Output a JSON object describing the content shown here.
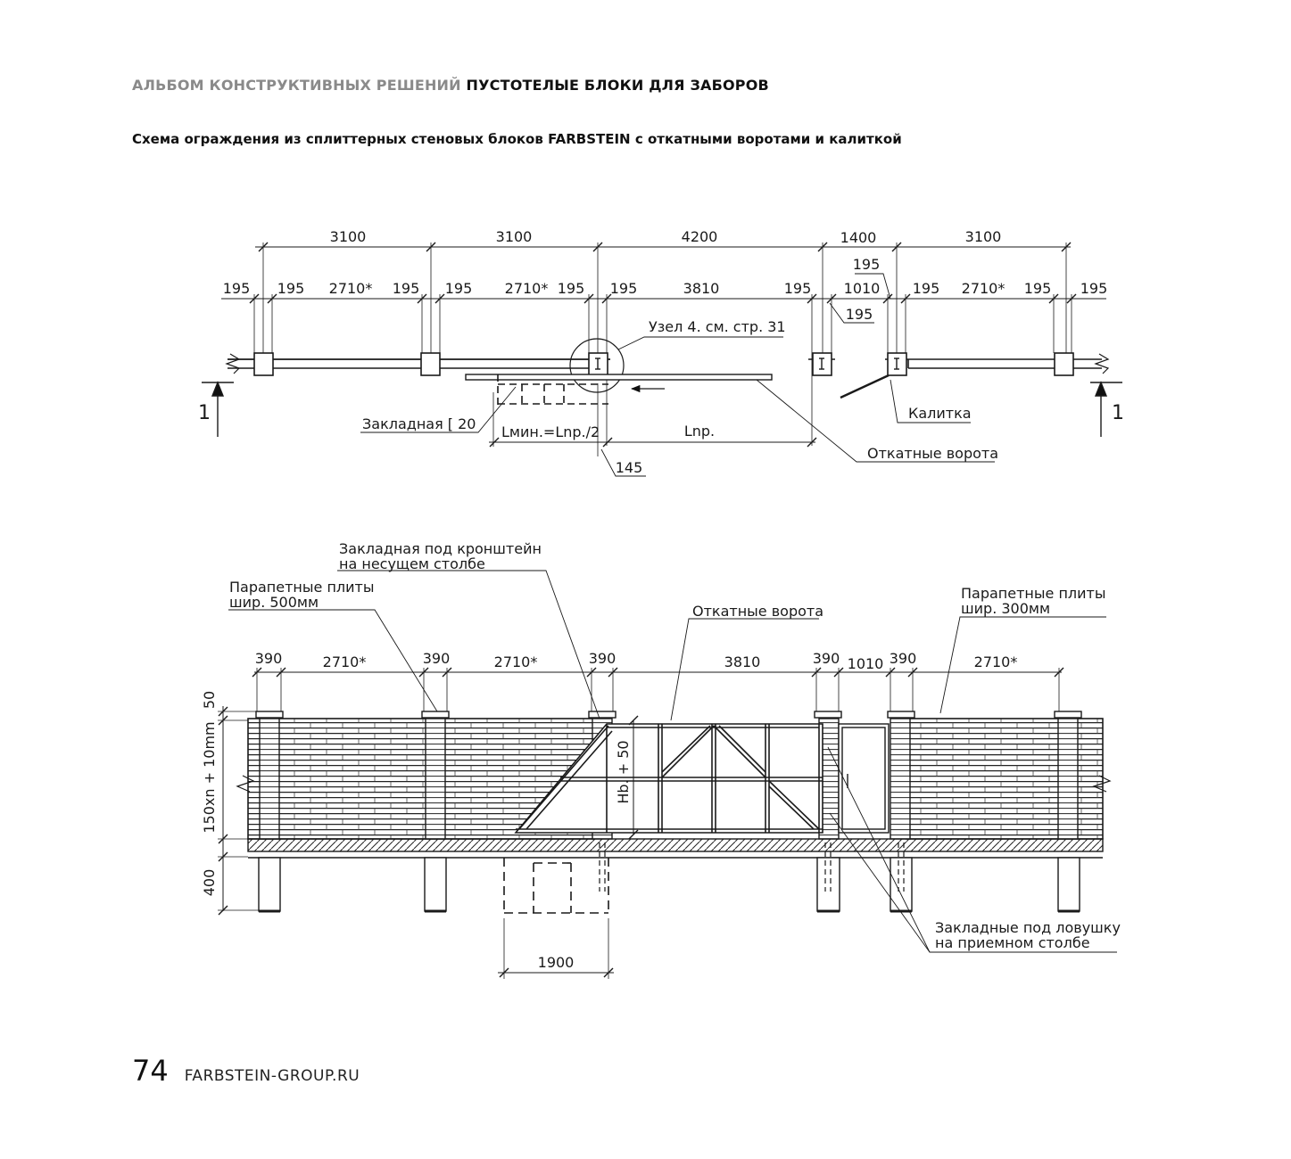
{
  "header": {
    "album": "АЛЬБОМ КОНСТРУКТИВНЫХ РЕШЕНИЙ",
    "section": "ПУСТОТЕЛЫЕ БЛОКИ ДЛЯ ЗАБОРОВ"
  },
  "subtitle": "Схема ограждения из сплиттерных стеновых блоков FARBSTEIN  с откатными воротами и калиткой",
  "plan": {
    "top_dims": [
      "3100",
      "3100",
      "4200",
      "1400",
      "3100"
    ],
    "detail_dims": [
      "195",
      "195",
      "2710*",
      "195",
      "195",
      "2710*",
      "195",
      "195",
      "3810",
      "195",
      "1010",
      "195",
      "2710*",
      "195",
      "195"
    ],
    "gate_post_195_upper": "195",
    "gate_post_195_lower": "195",
    "node_callout": "Узел 4. см. стр. 31",
    "embed_label": "Закладная [ 20",
    "lmin_label": "Lмин.=Lnp./2",
    "lnp_label": "Lnp.",
    "offset_145": "145",
    "wicket_label": "Калитка",
    "sliding_gate_label": "Откатные ворота",
    "section_mark_left": "1",
    "section_mark_right": "1"
  },
  "elevation": {
    "bracket_embed_line1": "Закладная под кронштейн",
    "bracket_embed_line2": "на несущем столбе",
    "parapet_500_line1": "Парапетные плиты",
    "parapet_500_line2": "шир. 500мм",
    "sliding_gate_label": "Откатные ворота",
    "parapet_300_line1": "Парапетные плиты",
    "parapet_300_line2": "шир. 300мм",
    "dims": [
      "390",
      "2710*",
      "390",
      "2710*",
      "390",
      "3810",
      "390",
      "1010",
      "390",
      "2710*"
    ],
    "vert_50": "50",
    "vert_height": "150xn + 10mm",
    "vert_400": "400",
    "gate_height": "Hb. + 50",
    "trap_embed_line1": "Закладные под ловушку",
    "trap_embed_line2": "на приемном столбе",
    "dim_1900": "1900"
  },
  "footer": {
    "page": "74",
    "site": "FARBSTEIN-GROUP.RU"
  }
}
